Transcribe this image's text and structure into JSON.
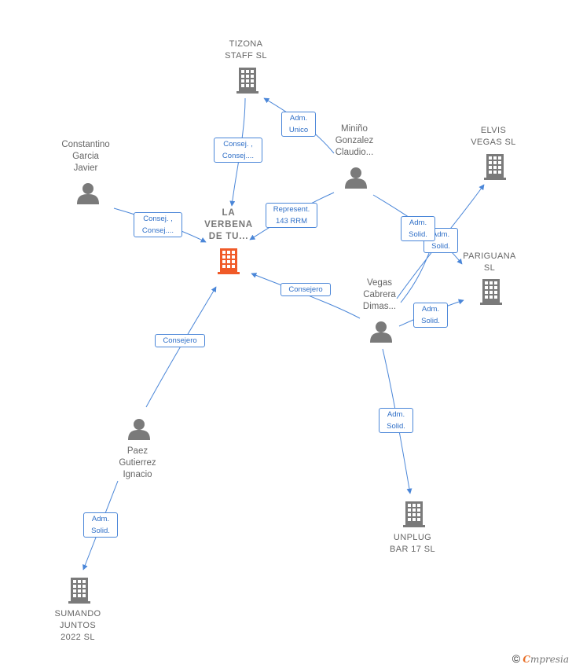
{
  "colors": {
    "edge": "#4a86d8",
    "node": "#7a7a7a",
    "main": "#f05a28"
  },
  "nodes": {
    "tizona": {
      "label": "TIZONA\nSTAFF  SL",
      "type": "company"
    },
    "verbena": {
      "label": "LA\nVERBENA\nDE TU...",
      "type": "company-main"
    },
    "elvis": {
      "label": "ELVIS\nVEGAS  SL",
      "type": "company"
    },
    "pariguana": {
      "label": "PARIGUANA\nSL",
      "type": "company"
    },
    "unplug": {
      "label": "UNPLUG\nBAR 17 SL",
      "type": "company"
    },
    "sumando": {
      "label": "SUMANDO\nJUNTOS\n2022  SL",
      "type": "company"
    },
    "constantino": {
      "label": "Constantino\nGarcia\nJavier",
      "type": "person"
    },
    "minino": {
      "label": "Miniño\nGonzalez\nClaudio...",
      "type": "person"
    },
    "vegas": {
      "label": "Vegas\nCabrera\nDimas...",
      "type": "person"
    },
    "paez": {
      "label": "Paez\nGutierrez\nIgnacio",
      "type": "person"
    }
  },
  "edges": [
    {
      "id": "e1",
      "label": "Consej. ,\nConsej...."
    },
    {
      "id": "e2",
      "label": "Adm.\nUnico"
    },
    {
      "id": "e3",
      "label": "Consej. ,\nConsej...."
    },
    {
      "id": "e4",
      "label": "Represent.\n143 RRM"
    },
    {
      "id": "e5",
      "label": "Adm.\nSolid."
    },
    {
      "id": "e6",
      "label": "Adm.\nSolid."
    },
    {
      "id": "e7",
      "label": "Consejero"
    },
    {
      "id": "e8",
      "label": "Adm.\nSolid."
    },
    {
      "id": "e9",
      "label": "Adm.\nSolid."
    },
    {
      "id": "e10",
      "label": "Consejero"
    },
    {
      "id": "e11",
      "label": "Adm.\nSolid."
    }
  ],
  "footer": {
    "copyright": "©",
    "brand_first": "C",
    "brand_rest": "mpresia"
  }
}
